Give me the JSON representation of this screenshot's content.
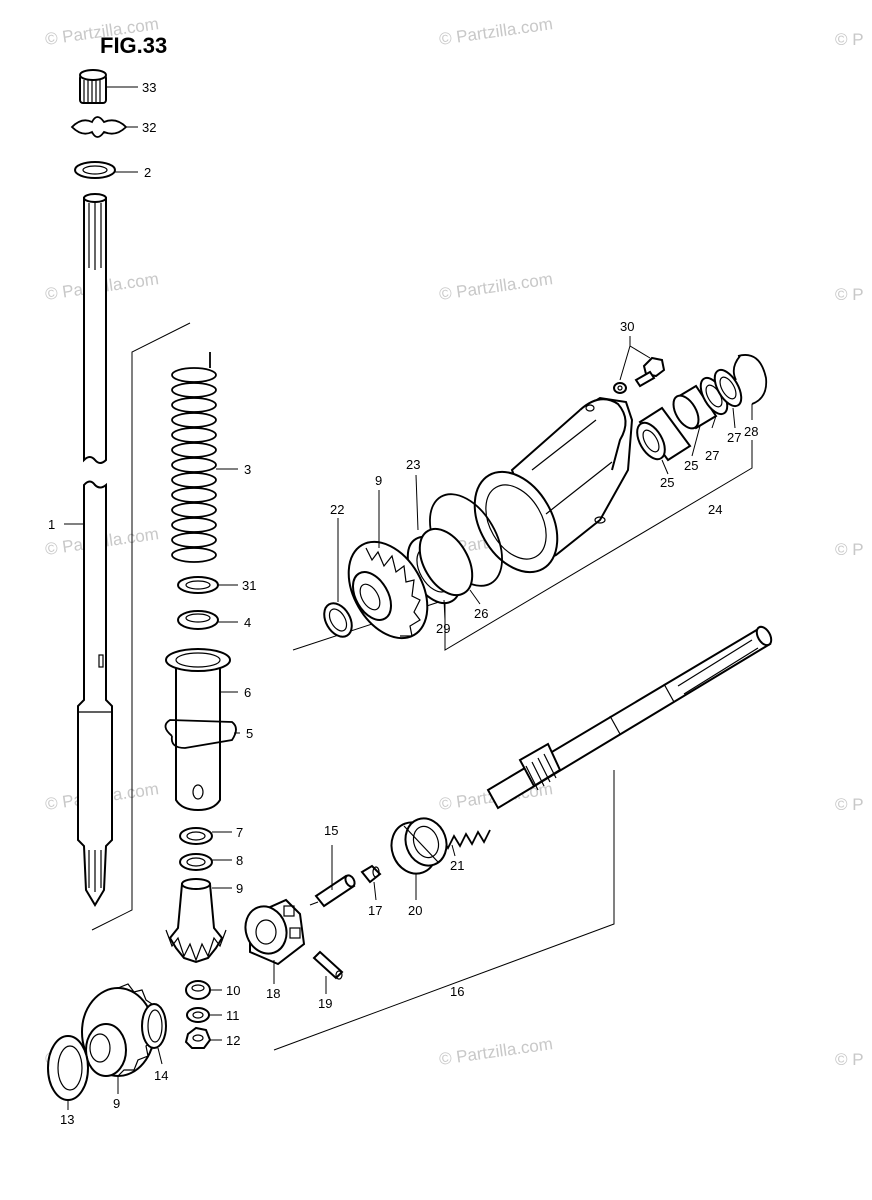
{
  "figure": {
    "title": "FIG.33",
    "watermark": "© Partzilla.com",
    "watermark_partial": "© P"
  },
  "callouts": {
    "p1": "1",
    "p2": "2",
    "p3": "3",
    "p4": "4",
    "p5": "5",
    "p6": "6",
    "p7": "7",
    "p8": "8",
    "p9a": "9",
    "p9b": "9",
    "p9c": "9",
    "p10": "10",
    "p11": "11",
    "p12": "12",
    "p13": "13",
    "p14": "14",
    "p15": "15",
    "p16": "16",
    "p17": "17",
    "p18": "18",
    "p19": "19",
    "p20": "20",
    "p21": "21",
    "p22": "22",
    "p23": "23",
    "p24": "24",
    "p25a": "25",
    "p25b": "25",
    "p26": "26",
    "p27a": "27",
    "p27b": "27",
    "p28": "28",
    "p29": "29",
    "p30": "30",
    "p31": "31",
    "p32": "32",
    "p33": "33"
  },
  "colors": {
    "line": "#000000",
    "background": "#ffffff",
    "watermark": "#c8c8c8"
  }
}
